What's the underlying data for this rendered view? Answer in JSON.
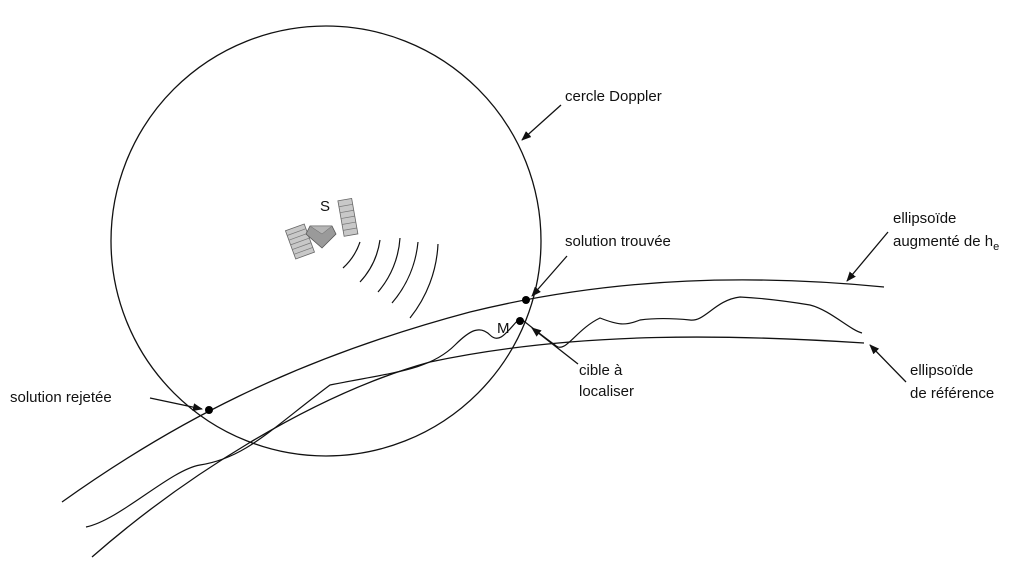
{
  "diagram": {
    "labels": {
      "satellite": "S",
      "doppler_circle": "cercle Doppler",
      "augmented_ellipsoid_line1": "ellipsoïde",
      "augmented_ellipsoid_line2": "augmenté de h",
      "augmented_ellipsoid_subscript": "e",
      "found_solution": "solution trouvée",
      "point_m": "M",
      "target_line1": "cible à",
      "target_line2": "localiser",
      "rejected_solution": "solution rejetée",
      "reference_ellipsoid_line1": "ellipsoïde",
      "reference_ellipsoid_line2": "de référence"
    },
    "colors": {
      "stroke": "#111111",
      "satellite_body": "#9a9a9a",
      "satellite_panel": "#c8c8c8"
    },
    "icons": {
      "satellite": "satellite-icon"
    }
  }
}
